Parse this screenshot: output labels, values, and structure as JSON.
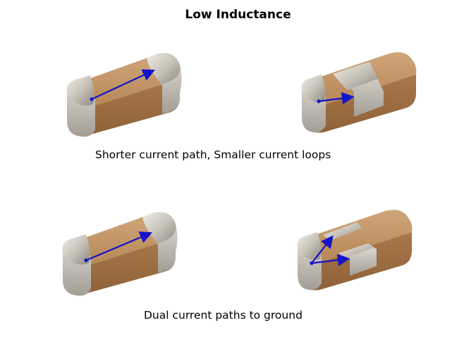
{
  "title": "Low Inductance",
  "captions": {
    "top": "Shorter current path, Smaller current loops",
    "bottom": "Dual current paths to ground"
  },
  "colors": {
    "ceramic": "#b88a5c",
    "terminal": "#cdc8bf",
    "arrow": "#1414c8"
  }
}
